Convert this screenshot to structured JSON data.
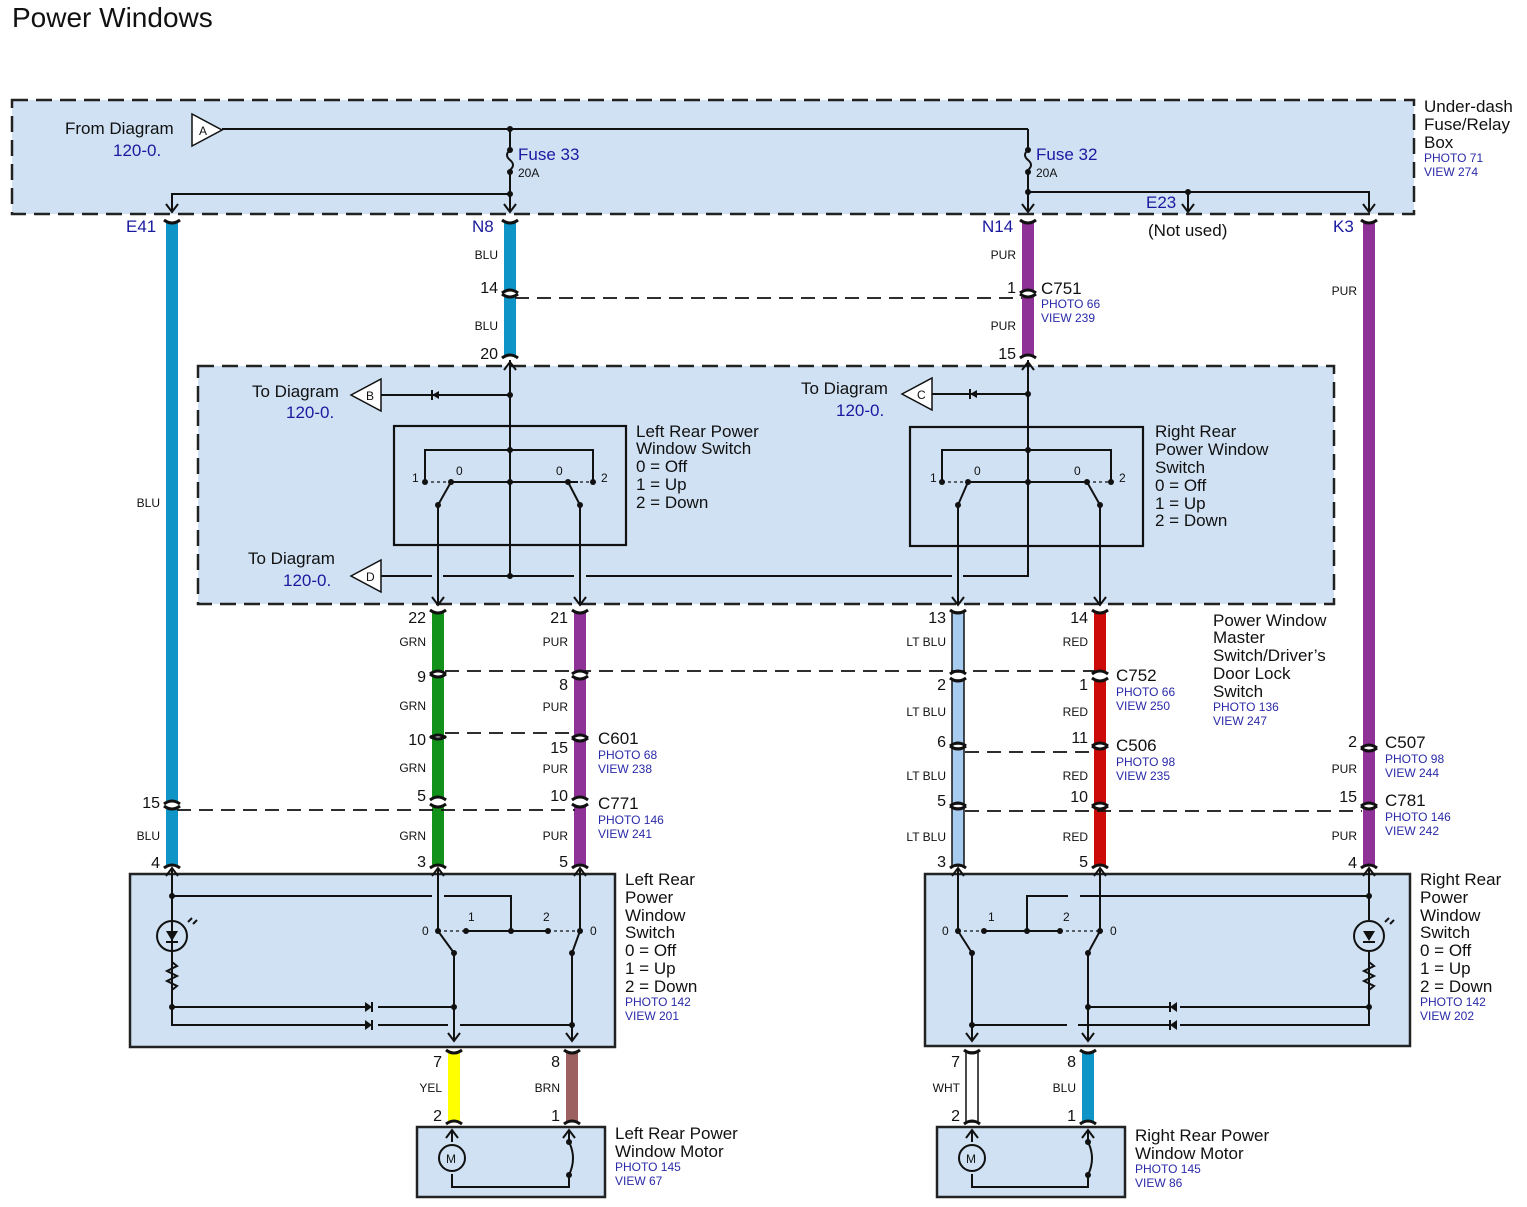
{
  "title": "Power Windows",
  "colors": {
    "BLU": "#0f94c8",
    "PUR": "#8e3297",
    "GRN": "#12921a",
    "LT BLU": "#a8ccf0",
    "RED": "#cc0a0a",
    "YEL": "#ffff00",
    "BRN": "#9c6060",
    "WHT": "#ffffff"
  },
  "fuse_box": {
    "name": "Under-dash Fuse/Relay Box",
    "name_lines": [
      "Under-dash",
      "Fuse/Relay",
      "Box"
    ],
    "photo": "PHOTO 71",
    "view": "VIEW 274",
    "from_diagram": {
      "label": "From Diagram",
      "ref": "120-0.",
      "connector": "A"
    },
    "fuses": [
      {
        "name": "Fuse 33",
        "rating": "20A"
      },
      {
        "name": "Fuse 32",
        "rating": "20A"
      }
    ],
    "terminals": [
      "E41",
      "N8",
      "N14",
      "E23",
      "K3"
    ],
    "not_used": "(Not used)"
  },
  "master_switch": {
    "name": "Power Window Master Switch/Driver's Door Lock Switch",
    "name_lines": [
      "Power Window",
      "Master",
      "Switch/Driver’s",
      "Door Lock",
      "Switch"
    ],
    "photo": "PHOTO 136",
    "view": "VIEW 247",
    "to_diagrams": [
      {
        "label": "To Diagram",
        "ref": "120-0.",
        "connector": "B"
      },
      {
        "label": "To Diagram",
        "ref": "120-0.",
        "connector": "C"
      },
      {
        "label": "To Diagram",
        "ref": "120-0.",
        "connector": "D"
      }
    ],
    "left_switch": {
      "lines": [
        "Left Rear Power",
        "Window Switch",
        "0 = Off",
        "1 = Up",
        "2 = Down"
      ]
    },
    "right_switch": {
      "lines": [
        "Right Rear",
        "Power Window",
        "Switch",
        "0 = Off",
        "1 = Up",
        "2 = Down"
      ]
    },
    "positions": [
      "1",
      "0",
      "0",
      "2"
    ]
  },
  "wires": [
    {
      "id": "e41",
      "segments": [
        {
          "color": "BLU",
          "top_pin": "",
          "bottom_pin": "15"
        },
        {
          "color": "BLU",
          "top_pin": "",
          "bottom_pin": "4"
        }
      ]
    },
    {
      "id": "n8",
      "segments": [
        {
          "color": "BLU",
          "top_pin": "",
          "bottom_pin": "14"
        },
        {
          "color": "BLU",
          "top_pin": "",
          "bottom_pin": "20"
        }
      ]
    },
    {
      "id": "n14",
      "segments": [
        {
          "color": "PUR",
          "top_pin": "",
          "bottom_pin": "1"
        },
        {
          "color": "PUR",
          "top_pin": "",
          "bottom_pin": "15"
        }
      ]
    },
    {
      "id": "k3",
      "segments": [
        {
          "color": "PUR",
          "bottom_pin": "2"
        },
        {
          "color": "PUR",
          "bottom_pin": "15"
        },
        {
          "color": "PUR",
          "bottom_pin": "4"
        }
      ]
    },
    {
      "id": "l22",
      "pins": [
        "22",
        "9",
        "10",
        "5",
        "3"
      ],
      "color": "GRN"
    },
    {
      "id": "l21",
      "pins": [
        "21",
        "8",
        "15",
        "10",
        "5"
      ],
      "color": "PUR"
    },
    {
      "id": "r13",
      "pins": [
        "13",
        "2",
        "6",
        "5",
        "3"
      ],
      "color": "LT BLU"
    },
    {
      "id": "r14",
      "pins": [
        "14",
        "1",
        "11",
        "10",
        "5"
      ],
      "color": "RED"
    }
  ],
  "connectors": [
    {
      "name": "C751",
      "photo": "PHOTO 66",
      "view": "VIEW 239"
    },
    {
      "name": "C752",
      "photo": "PHOTO 66",
      "view": "VIEW 250"
    },
    {
      "name": "C601",
      "photo": "PHOTO 68",
      "view": "VIEW 238"
    },
    {
      "name": "C506",
      "photo": "PHOTO 98",
      "view": "VIEW 235"
    },
    {
      "name": "C507",
      "photo": "PHOTO 98",
      "view": "VIEW 244"
    },
    {
      "name": "C771",
      "photo": "PHOTO 146",
      "view": "VIEW 241"
    },
    {
      "name": "C781",
      "photo": "PHOTO 146",
      "view": "VIEW 242"
    }
  ],
  "left_rear_switch": {
    "lines": [
      "Left Rear",
      "Power",
      "Window",
      "Switch",
      "0 = Off",
      "1 = Up",
      "2 = Down"
    ],
    "photo": "PHOTO 142",
    "view": "VIEW 201",
    "top_pins": [
      "4",
      "3",
      "5"
    ],
    "bottom_pins": [
      "7",
      "8"
    ],
    "positions": [
      "0",
      "1",
      "2",
      "0"
    ]
  },
  "right_rear_switch": {
    "lines": [
      "Right Rear",
      "Power",
      "Window",
      "Switch",
      "0 = Off",
      "1 = Up",
      "2 = Down"
    ],
    "photo": "PHOTO 142",
    "view": "VIEW 202",
    "top_pins": [
      "3",
      "5",
      "4"
    ],
    "bottom_pins": [
      "7",
      "8"
    ],
    "positions": [
      "0",
      "1",
      "2",
      "0"
    ]
  },
  "left_motor": {
    "lines": [
      "Left Rear Power",
      "Window Motor"
    ],
    "photo": "PHOTO 145",
    "view": "VIEW 67",
    "wires": [
      {
        "color": "YEL",
        "top_pin": "7",
        "bottom_pin": "2"
      },
      {
        "color": "BRN",
        "top_pin": "8",
        "bottom_pin": "1"
      }
    ],
    "motor_label": "M"
  },
  "right_motor": {
    "lines": [
      "Right Rear Power",
      "Window Motor"
    ],
    "photo": "PHOTO 145",
    "view": "VIEW 86",
    "wires": [
      {
        "color": "WHT",
        "top_pin": "7",
        "bottom_pin": "2"
      },
      {
        "color": "BLU",
        "top_pin": "8",
        "bottom_pin": "1"
      }
    ],
    "motor_label": "M"
  }
}
